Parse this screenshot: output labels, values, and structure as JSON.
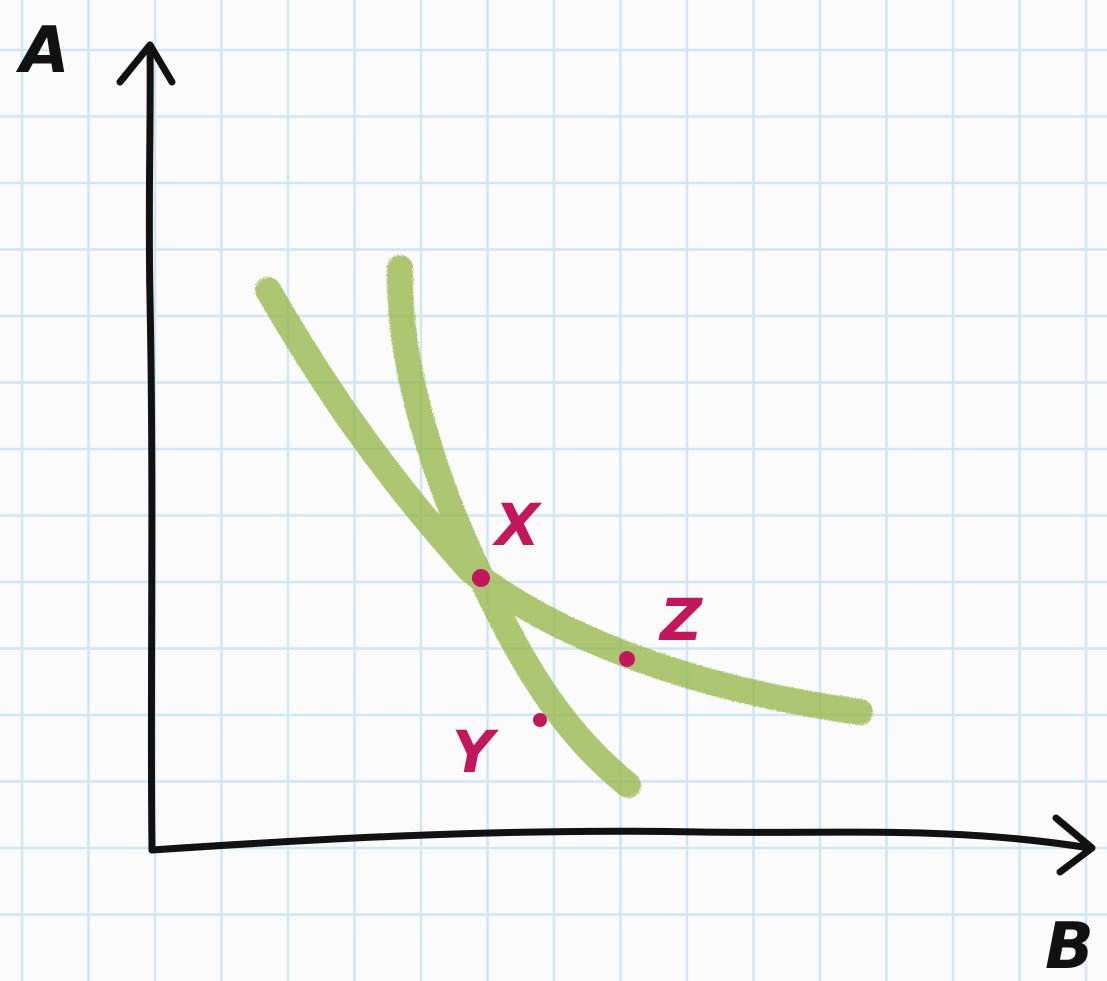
{
  "axes": {
    "vertical_label": "A",
    "horizontal_label": "B"
  },
  "points": [
    {
      "id": "x",
      "label": "X"
    },
    {
      "id": "y",
      "label": "Y"
    },
    {
      "id": "z",
      "label": "Z"
    }
  ],
  "colors": {
    "background": "#fbfbfb",
    "grid": "#cfe6f5",
    "axis": "#111111",
    "curve": "#93b545",
    "point": "#c2185b"
  }
}
